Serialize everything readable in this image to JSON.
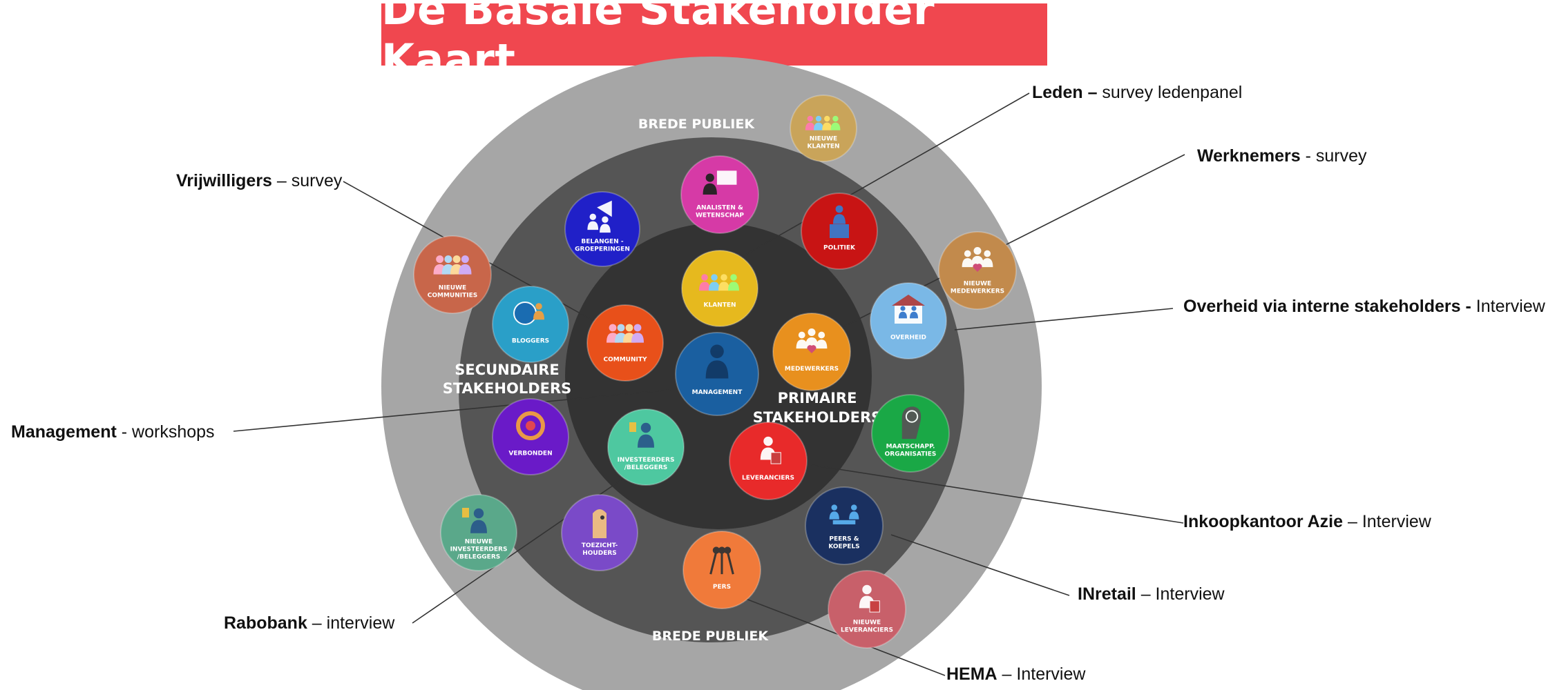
{
  "title": "De Basale Stakeholder Kaart",
  "rings": {
    "outer_top": "BREDE PUBLIEK",
    "outer_bottom": "BREDE PUBLIEK",
    "secondary": [
      "SECUNDAIRE",
      "STAKEHOLDERS"
    ],
    "primary": [
      "PRIMAIRE",
      "STAKEHOLDERS"
    ]
  },
  "colors": {
    "outer_ring": "#a6a6a6",
    "middle_ring": "#555555",
    "inner_ring": "#333333",
    "banner": "#f0474f"
  },
  "nodes": [
    {
      "id": "nieuwe-klanten",
      "lines": [
        "NIEUWE",
        "KLANTEN"
      ],
      "color": "#c9a45a",
      "icon": "group-icon"
    },
    {
      "id": "analisten",
      "lines": [
        "ANALISTEN &",
        "WETENSCHAP"
      ],
      "color": "#d63aa6",
      "icon": "presenter-icon"
    },
    {
      "id": "belangengroeperingen",
      "lines": [
        "BELANGEN -",
        "GROEPERINGEN"
      ],
      "color": "#2020c8",
      "icon": "megaphone-icon"
    },
    {
      "id": "politiek",
      "lines": [
        "POLITIEK"
      ],
      "color": "#c81414",
      "icon": "podium-icon"
    },
    {
      "id": "nieuwe-communities",
      "lines": [
        "NIEUWE",
        "COMMUNITIES"
      ],
      "color": "#c8664a",
      "icon": "people-icon"
    },
    {
      "id": "nieuwe-medewerkers",
      "lines": [
        "NIEUWE",
        "MEDEWERKERS"
      ],
      "color": "#c28a4c",
      "icon": "team-heart-icon"
    },
    {
      "id": "klanten",
      "lines": [
        "KLANTEN"
      ],
      "color": "#e6b91e",
      "icon": "group-icon"
    },
    {
      "id": "bloggers",
      "lines": [
        "BLOGGERS"
      ],
      "color": "#2a9fc8",
      "icon": "globe-person-icon"
    },
    {
      "id": "community",
      "lines": [
        "COMMUNITY"
      ],
      "color": "#e8501a",
      "icon": "people-icon"
    },
    {
      "id": "overheid",
      "lines": [
        "OVERHEID"
      ],
      "color": "#7ab8e6",
      "icon": "building-icon"
    },
    {
      "id": "medewerkers",
      "lines": [
        "MEDEWERKERS"
      ],
      "color": "#e8901e",
      "icon": "team-heart-icon"
    },
    {
      "id": "management",
      "lines": [
        "MANAGEMENT"
      ],
      "color": "#1a5fa0",
      "icon": "manager-icon"
    },
    {
      "id": "maatschapp",
      "lines": [
        "MAATSCHAPP.",
        "ORGANISATIES"
      ],
      "color": "#1aa846",
      "icon": "head-globe-icon"
    },
    {
      "id": "verbonden",
      "lines": [
        "VERBONDEN"
      ],
      "color": "#6a1ac8",
      "icon": "gears-icon"
    },
    {
      "id": "investeerders",
      "lines": [
        "INVESTEERDERS",
        "/BELEGGERS"
      ],
      "color": "#4ec8a0",
      "icon": "investor-icon"
    },
    {
      "id": "leveranciers",
      "lines": [
        "LEVERANCIERS"
      ],
      "color": "#e82a2a",
      "icon": "supplier-icon"
    },
    {
      "id": "nieuwe-investeerders",
      "lines": [
        "NIEUWE",
        "INVESTEERDERS",
        "/BELEGGERS"
      ],
      "color": "#5aa88a",
      "icon": "investor-icon"
    },
    {
      "id": "toezichthouders",
      "lines": [
        "TOEZICHT-",
        "HOUDERS"
      ],
      "color": "#7a4ac8",
      "icon": "inspector-icon"
    },
    {
      "id": "peers",
      "lines": [
        "PEERS &",
        "KOEPELS"
      ],
      "color": "#1a3060",
      "icon": "meeting-icon"
    },
    {
      "id": "pers",
      "lines": [
        "PERS"
      ],
      "color": "#f07a3a",
      "icon": "microphones-icon"
    },
    {
      "id": "nieuwe-leveranciers",
      "lines": [
        "NIEUWE",
        "LEVERANCIERS"
      ],
      "color": "#c8606a",
      "icon": "supplier-icon"
    }
  ],
  "callouts": [
    {
      "id": "leden",
      "bold": "Leden –",
      "text": " survey ledenpanel"
    },
    {
      "id": "werknemers",
      "bold": "Werknemers",
      "text": " - survey"
    },
    {
      "id": "vrijwilligers",
      "bold": "Vrijwilligers",
      "text": " – survey"
    },
    {
      "id": "overheid",
      "bold": "Overheid via interne stakeholders -",
      "text": " Interview"
    },
    {
      "id": "management",
      "bold": "Management",
      "text": " - workshops"
    },
    {
      "id": "inkoopkantoor",
      "bold": "Inkoopkantoor Azie",
      "text": " – Interview"
    },
    {
      "id": "inretail",
      "bold": "INretail",
      "text": " – Interview"
    },
    {
      "id": "rabobank",
      "bold": "Rabobank",
      "text": " – interview"
    },
    {
      "id": "hema",
      "bold": "HEMA",
      "text": " – Interview"
    }
  ]
}
